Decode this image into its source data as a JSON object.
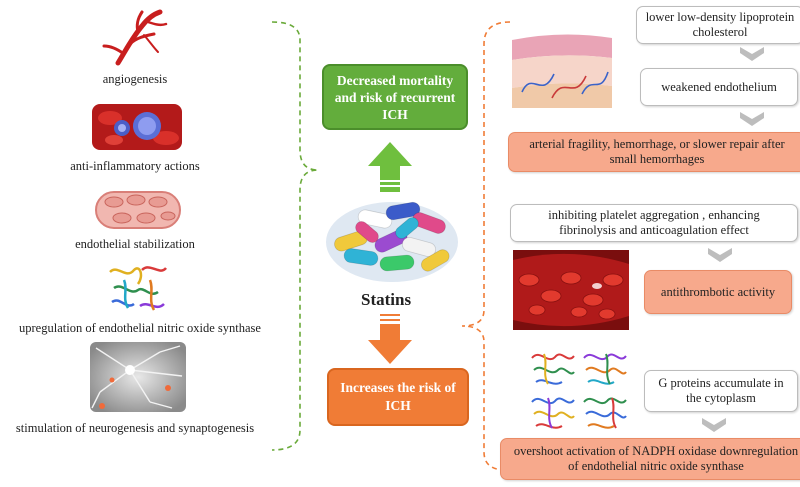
{
  "colors": {
    "green_box": "#63ad3c",
    "orange_box": "#f07c36",
    "peach_box": "#f7a98c",
    "green_dashed": "#6aaa3a",
    "orange_dashed": "#f07c36"
  },
  "left_items": [
    {
      "label": "angiogenesis",
      "icon": "blood-vessel-branch-icon"
    },
    {
      "label": "anti-inflammatory actions",
      "icon": "immune-cells-icon"
    },
    {
      "label": "endothelial stabilization",
      "icon": "vessel-wall-icon"
    },
    {
      "label": "upregulation of endothelial nitric oxide synthase",
      "icon": "protein-structure-icon"
    },
    {
      "label": "stimulation of neurogenesis and synaptogenesis",
      "icon": "neuron-icon"
    }
  ],
  "center": {
    "top_box": "Decreased mortality and risk of recurrent ICH",
    "drug_label": "Statins",
    "bottom_box": "Increases the risk of ICH"
  },
  "right": {
    "group1": {
      "step1": "lower low-density lipoprotein cholesterol",
      "step2": "weakened endothelium",
      "result": "arterial fragility, hemorrhage, or slower repair after small hemorrhages"
    },
    "group2": {
      "step1": "inhibiting platelet aggregation , enhancing fibrinolysis and anticoagulation effect",
      "result": "antithrombotic activity"
    },
    "group3": {
      "step1": "G proteins accumulate in the cytoplasm",
      "result": "overshoot activation of NADPH oxidase downregulation of endothelial nitric oxide synthase"
    }
  }
}
